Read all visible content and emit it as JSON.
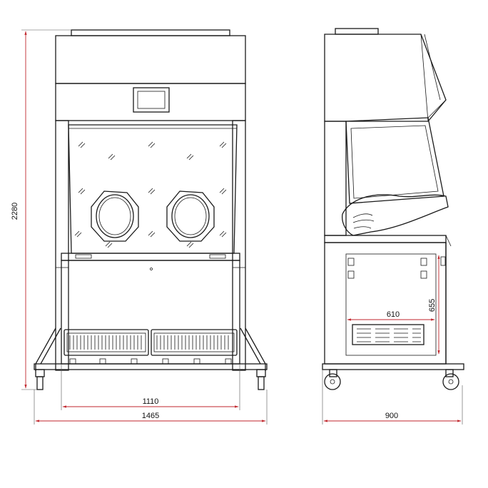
{
  "dimensions": {
    "front_height": "2280",
    "inner_width": "1110",
    "total_width": "1465",
    "side_depth": "900",
    "inner_depth": "610",
    "inner_height": "655"
  },
  "colors": {
    "outline": "#1a1a1a",
    "dimension_line": "#c0262c",
    "background": "#ffffff"
  }
}
